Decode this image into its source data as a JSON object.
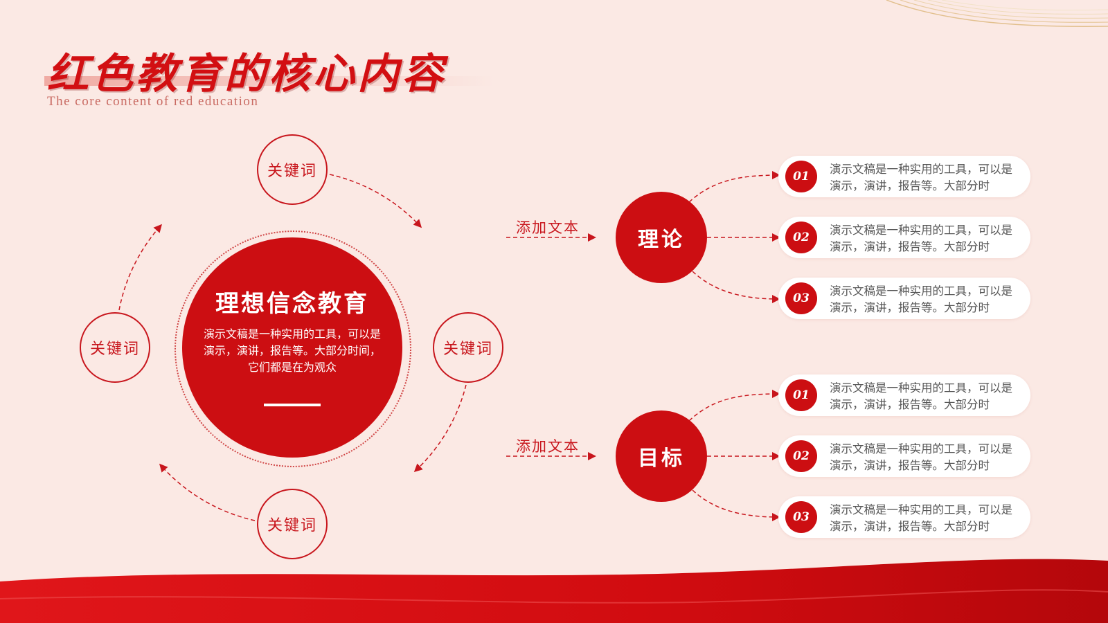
{
  "title": "红色教育的核心内容",
  "subtitle": "The core content of red education",
  "cycle": {
    "center_title": "理想信念教育",
    "center_text": "演示文稿是一种实用的工具，可以是演示，演讲，报告等。大部分时间，它们都是在为观众",
    "keywords": [
      "关键词",
      "关键词",
      "关键词",
      "关键词"
    ]
  },
  "groups": [
    {
      "add_text": "添加文本",
      "topic": "理论",
      "items": [
        {
          "num": "01",
          "text": "演示文稿是一种实用的工具，可以是演示，演讲，报告等。大部分时"
        },
        {
          "num": "02",
          "text": "演示文稿是一种实用的工具，可以是演示，演讲，报告等。大部分时"
        },
        {
          "num": "03",
          "text": "演示文稿是一种实用的工具，可以是演示，演讲，报告等。大部分时"
        }
      ]
    },
    {
      "add_text": "添加文本",
      "topic": "目标",
      "items": [
        {
          "num": "01",
          "text": "演示文稿是一种实用的工具，可以是演示，演讲，报告等。大部分时"
        },
        {
          "num": "02",
          "text": "演示文稿是一种实用的工具，可以是演示，演讲，报告等。大部分时"
        },
        {
          "num": "03",
          "text": "演示文稿是一种实用的工具，可以是演示，演讲，报告等。大部分时"
        }
      ]
    }
  ],
  "colors": {
    "accent": "#cc0e12",
    "background": "#fbe9e4",
    "gold": "#d9b27a"
  }
}
